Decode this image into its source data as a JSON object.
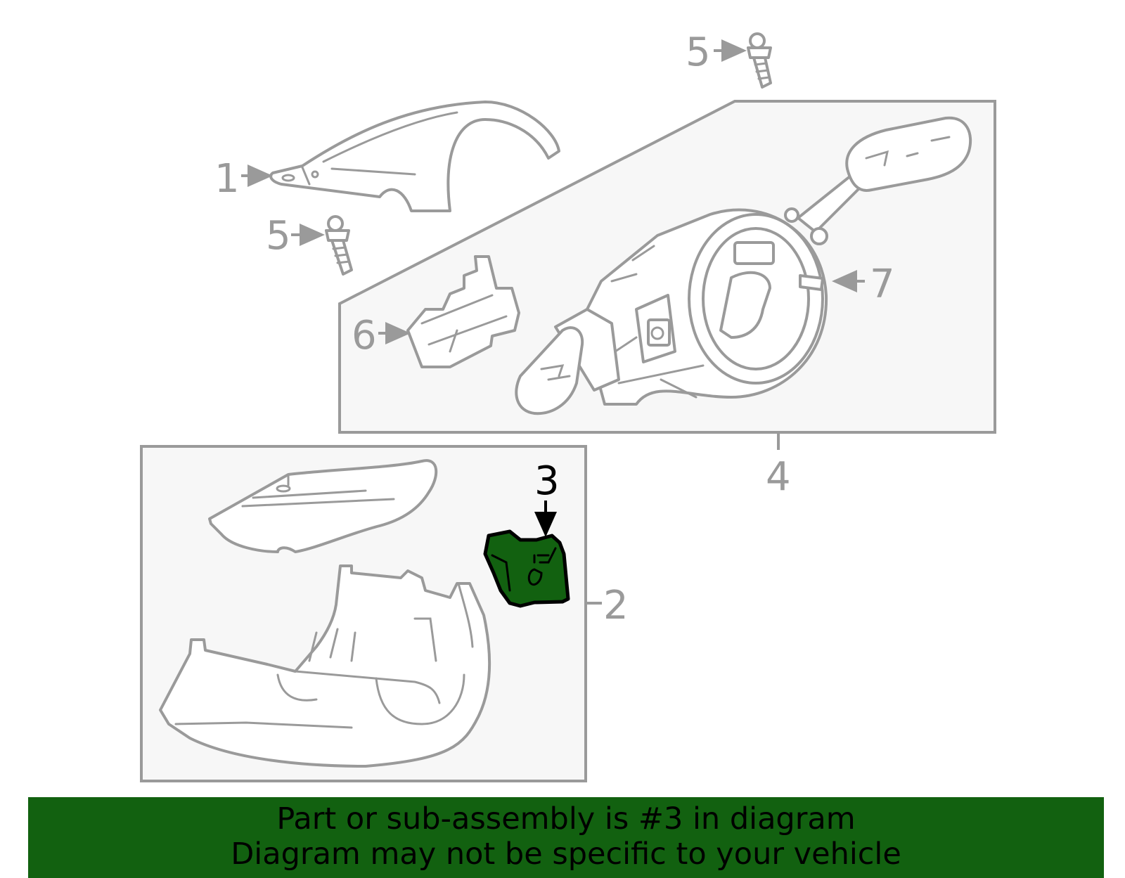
{
  "callouts": {
    "c1": "1",
    "c2": "2",
    "c3": "3",
    "c4": "4",
    "c5a": "5",
    "c5b": "5",
    "c6": "6",
    "c7": "7"
  },
  "highlight_part": "3",
  "colors": {
    "line": "#9a9a9a",
    "box_fill": "#f7f7f7",
    "highlight_fill": "#126110",
    "highlight_label": "#000000",
    "banner_bg": "#126110"
  },
  "banner": {
    "line1": "Part or sub-assembly is #3 in diagram",
    "line2": "Diagram may not be specific to your vehicle"
  }
}
